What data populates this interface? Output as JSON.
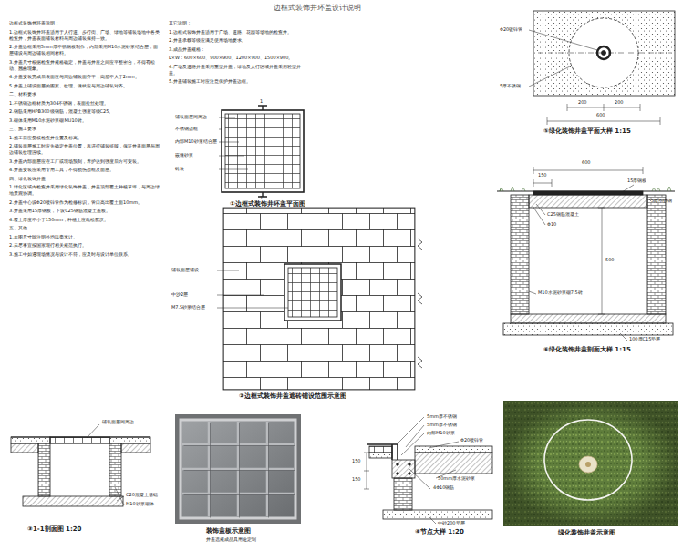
{
  "diagram": {
    "title": "边框式装饰井环盖设计说明",
    "labels": [
      "边框式装饰井环盖说明：",
      "1.边框式装饰井环盖适用于人行道、步行街、广场、绿地等铺装场地中各类检查井，井盖表面铺装材料与周边铺装保持一致。",
      "2.井盖边框采用5mm厚不锈钢板制作，内部采用M10水泥砂浆结合层，面层铺设与周边铺装相同材料。",
      "3.井盖尺寸根据检查井规格确定，井盖与井座之间应平整密合，不得有松动、翘曲现象。",
      "4.井盖安装完成后表面应与周边铺装面齐平，高差不大于2mm。",
      "5.井盖上铺设面层的图案、纹理、缝线应与周边铺装对齐。",
      "二、材料要求",
      "1.不锈钢边框材质为304不锈钢，表面拉丝处理。",
      "2.钢筋采用HPB300级钢筋，混凝土强度等级C25。",
      "3.砌体采用M10水泥砂浆砌MU10砖。",
      "三、施工要求",
      "1.施工前应复核检查井位置及标高。",
      "2.铺装面层施工时应先确定井盖位置，再进行铺装排版，保证井盖面层与周边铺装纹理连续。",
      "3.井盖内部面层应在工厂或现场预制，养护达到强度后方可安装。",
      "4.井盖安装应采用专用工具，不得损伤边框及面层。",
      "四、绿化装饰井盖",
      "1.绿化区域内检查井采用绿化装饰井盖，井盖顶部覆土种植草坪，与周边绿地景观协调。",
      "2.井盖中心设Φ20镀锌管作为检修标识，管口高出覆土面10mm。",
      "3.井盖采用15厚钢板，下设C25钢筋混凝土盖板。",
      "4.覆土厚度不小于150mm，种植土应疏松肥沃。",
      "五、其他",
      "1.本图尺寸除注明外均以毫米计。",
      "2.未尽事宜按国家现行相关规范执行。",
      "3.施工中如遇现场情况与设计不符，应及时与设计单位联系。",
      "其它说明：",
      "1.边框式装饰井盖适用于广场、道路、花园等场地的检查井。",
      "2.井盖承载等级应满足使用场地要求。",
      "3.成品井盖规格：",
      "L×W：600×600、900×900、1200×900、1500×900。",
      "4.广场及道路井盖采用重型井盖，绿地及人行区域井盖采用轻型井盖。",
      "5.井盖铺装施工时应注意保护井盖边框。",
      "铺装面层同周边",
      "不锈钢边框",
      "内部M10砂浆结合层",
      "嵌缝砂浆",
      "砖块",
      "1",
      "1",
      "①边框式装饰井环盖平面图",
      "铺装面层铺设",
      "中沙2层",
      "M7.5砂浆结合层",
      "②边框式装饰井盖遮砖铺设范围示意图",
      "铺装面层同周边",
      "C20混凝土基础",
      "M10砂浆砌体",
      "③1-1剖面图 1:20",
      "装饰盖板示意图",
      "井盖选规成品具用途定制",
      "5mm厚不锈钢",
      "5mm厚不锈钢",
      "内部M10砂浆",
      "Φ20镀锌管",
      "50mm厚水泥砂浆",
      "4Φ10钢筋",
      "150",
      "150",
      "中砂200垫层",
      "④节点大样 1:20",
      "Φ20镀锌管",
      "5厚不锈钢",
      "200",
      "200",
      "600",
      "⑤绿化装饰井盖平面大样 1:15",
      "600",
      "150",
      "15厚钢板",
      "5厚不锈钢",
      "C25钢筋混凝土",
      "Φ10",
      "500",
      "M10水泥砂浆砌7.5砖",
      "100厚C15垫层",
      "⑥绿化装饰井盖剖面大样 1:15",
      "绿化装饰井盖示意图"
    ]
  }
}
